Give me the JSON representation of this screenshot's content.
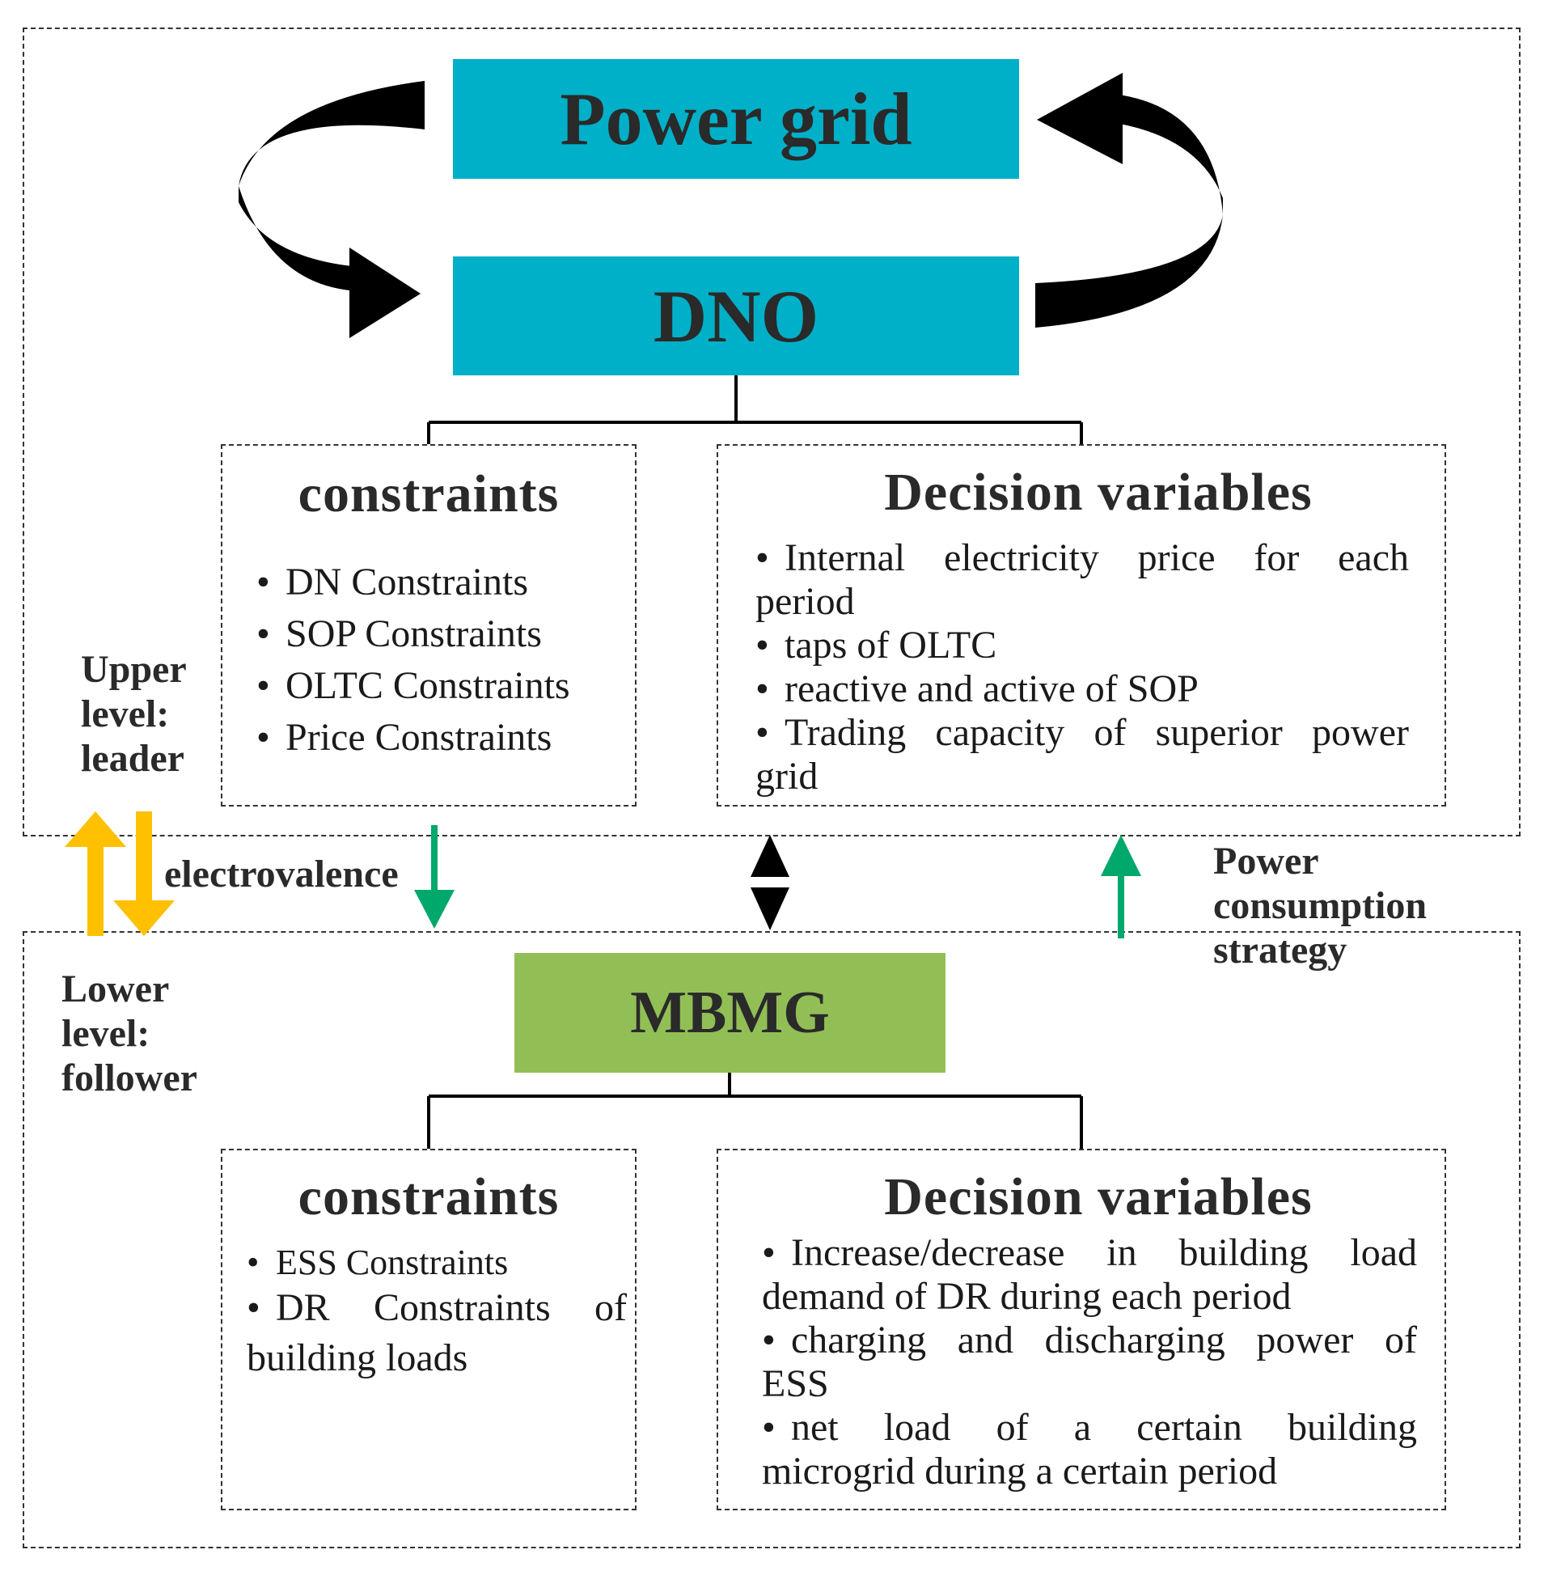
{
  "upper": {
    "top_box": "Power grid",
    "dno_box": "DNO",
    "level_label": [
      "Upper",
      "level:",
      "leader"
    ],
    "constraints": {
      "title": "constraints",
      "items": [
        "DN Constraints",
        "SOP Constraints",
        "OLTC Constraints",
        "Price Constraints"
      ]
    },
    "decisions": {
      "title": "Decision variables",
      "items": [
        [
          "Internal electricity price for each",
          "period"
        ],
        [
          "taps of OLTC"
        ],
        [
          "reactive and active of SOP"
        ],
        [
          "Trading capacity of superior power",
          "grid"
        ]
      ]
    }
  },
  "middle": {
    "electrovalence": "electrovalence",
    "strategy": [
      "Power",
      "consumption",
      "strategy"
    ]
  },
  "lower": {
    "mbmg_box": "MBMG",
    "level_label": [
      "Lower",
      "level:",
      "follower"
    ],
    "constraints": {
      "title": "constraints",
      "items": [
        [
          "ESS Constraints"
        ],
        [
          "DR Constraints of",
          "building loads"
        ]
      ]
    },
    "decisions": {
      "title": "Decision variables",
      "items": [
        [
          "Increase/decrease in building load",
          "demand of DR during each period"
        ],
        [
          "charging and discharging power of",
          "ESS"
        ],
        [
          "net load of a certain building",
          "microgrid during a certain period"
        ]
      ]
    }
  },
  "colors": {
    "box_blue": "#00b0c8",
    "box_green": "#92bf55",
    "arrow_orange": "#ffc000",
    "arrow_green": "#00a86b",
    "arrow_black": "#000000"
  }
}
